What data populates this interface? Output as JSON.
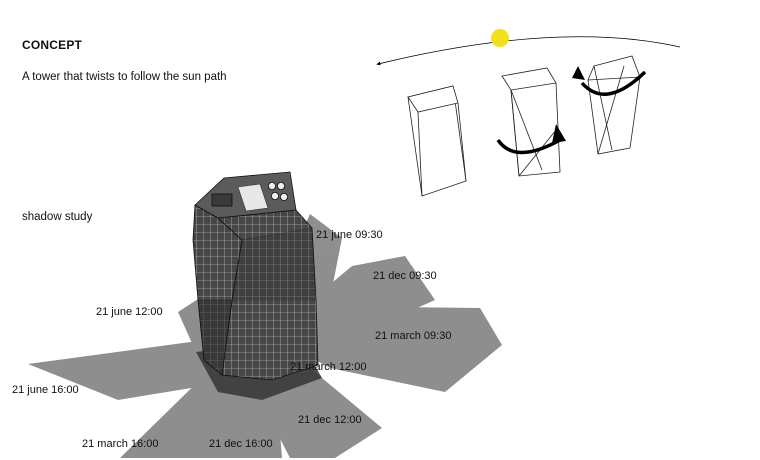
{
  "concept": {
    "heading": "CONCEPT",
    "description": "A tower that twists to follow the sun path"
  },
  "shadow_study": {
    "label": "shadow study",
    "shadows": [
      {
        "label": "21 june 09:30"
      },
      {
        "label": "21 dec 09:30"
      },
      {
        "label": "21 june 12:00"
      },
      {
        "label": "21 march 09:30"
      },
      {
        "label": "21 march 12:00"
      },
      {
        "label": "21 june 16:00"
      },
      {
        "label": "21 dec 12:00"
      },
      {
        "label": "21 march 16:00"
      },
      {
        "label": "21 dec 16:00"
      }
    ]
  },
  "colors": {
    "sun": "#f2e01a",
    "shadow": "#6f6f6f",
    "shadow_dark": "#3a3a3a",
    "tower_face": "#4a4a4a",
    "line": "#000000"
  },
  "icons": [
    "sun-icon",
    "rotation-arrow-icon",
    "sun-path-arrow-icon"
  ]
}
